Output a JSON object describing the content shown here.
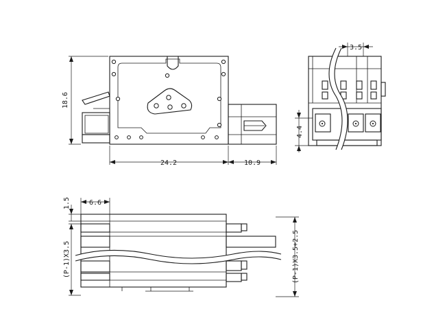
{
  "dimensions": {
    "front_height": "18.6",
    "front_width": "24.2",
    "plug_depth": "10.9",
    "pitch": "3.5",
    "side_height": "4.4",
    "top_offset": "1.5",
    "top_depth": "6.6",
    "span_left": "(P-1)X3.5",
    "span_right": "(P-1)X3.5+2.5"
  },
  "colors": {
    "line": "#1a1a1a",
    "background": "#ffffff"
  }
}
